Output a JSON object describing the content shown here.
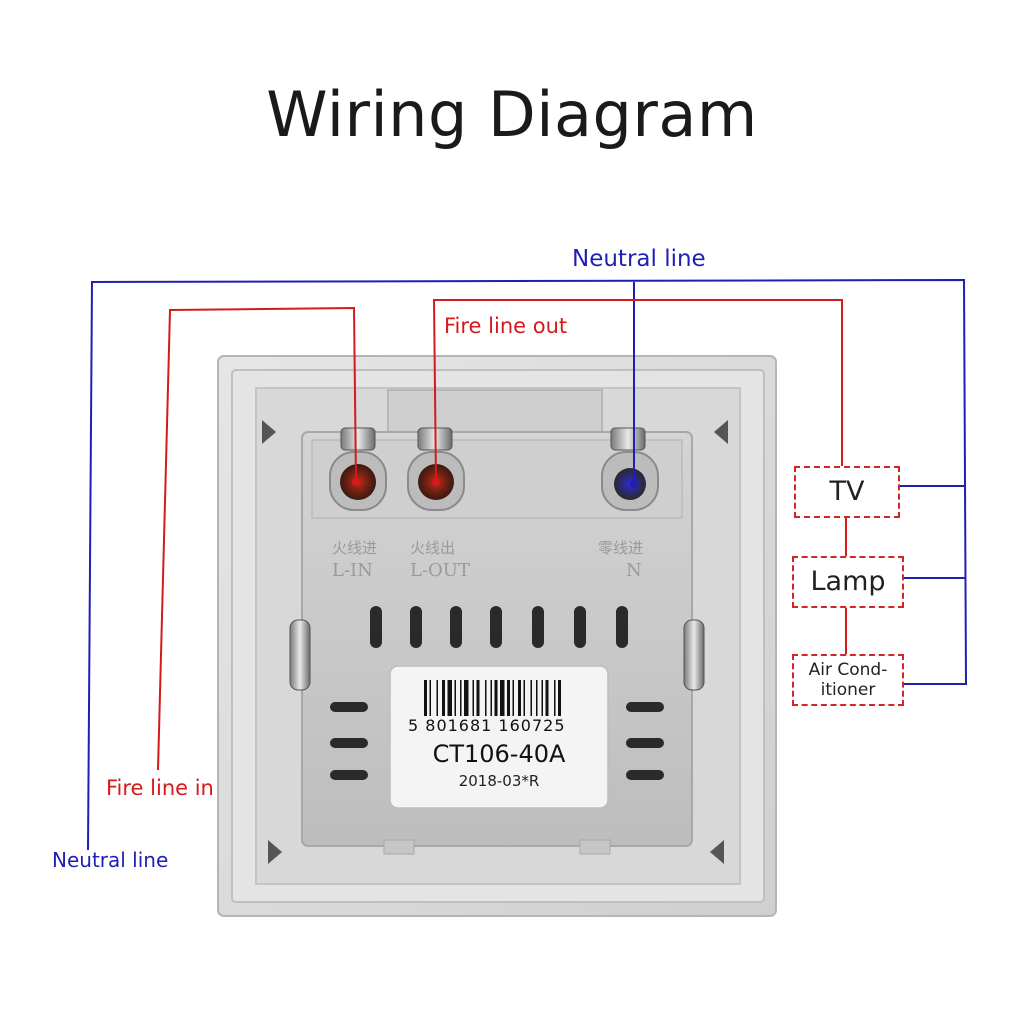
{
  "title": "Wiring Diagram",
  "labels": {
    "neutral_top": "Neutral line",
    "neutral_left": "Neutral line",
    "fire_out": "Fire line out",
    "fire_in": "Fire line in"
  },
  "loads": {
    "tv": "TV",
    "lamp": "Lamp",
    "ac_line1": "Air Cond-",
    "ac_line2": "itioner"
  },
  "switch": {
    "terminal_cn_1": "火线进",
    "terminal_cn_2": "火线出",
    "terminal_cn_3": "零线进",
    "terminal_en_1": "L-IN",
    "terminal_en_2": "L-OUT",
    "terminal_en_3": "N",
    "barcode": "5 801681 160725",
    "model": "CT106-40A",
    "date": "2018-03*R"
  },
  "colors": {
    "neutral": "#1f1fb4",
    "fire": "#d51a1a",
    "panel": "#dcdcdc",
    "module": "#c9c9c9"
  }
}
